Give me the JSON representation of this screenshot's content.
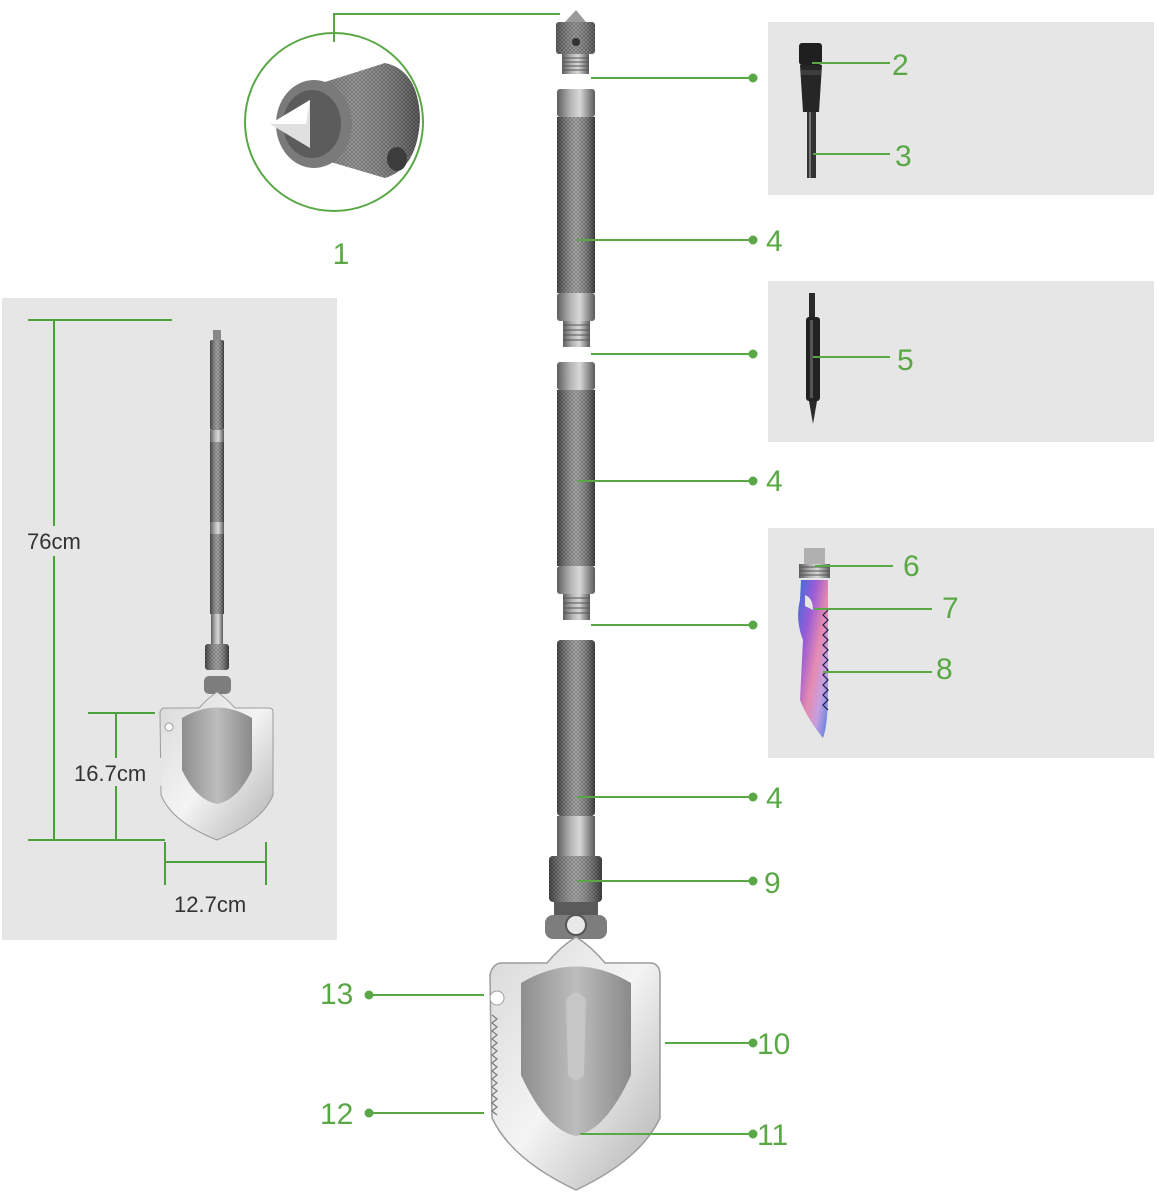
{
  "colors": {
    "accent_green": "#5aa845",
    "panel_gray": "#e6e6e6",
    "dimension_green": "#4ca03c",
    "metal_dark": "#6b6b6b",
    "metal_light": "#b9b9b9"
  },
  "callouts": {
    "c1": "1",
    "c2": "2",
    "c3": "3",
    "c4a": "4",
    "c4b": "4",
    "c4c": "4",
    "c5": "5",
    "c6": "6",
    "c7": "7",
    "c8": "8",
    "c9": "9",
    "c10": "10",
    "c11": "11",
    "c12": "12",
    "c13": "13"
  },
  "dimensions": {
    "length": "76cm",
    "blade_height": "16.7cm",
    "blade_width": "12.7cm"
  }
}
